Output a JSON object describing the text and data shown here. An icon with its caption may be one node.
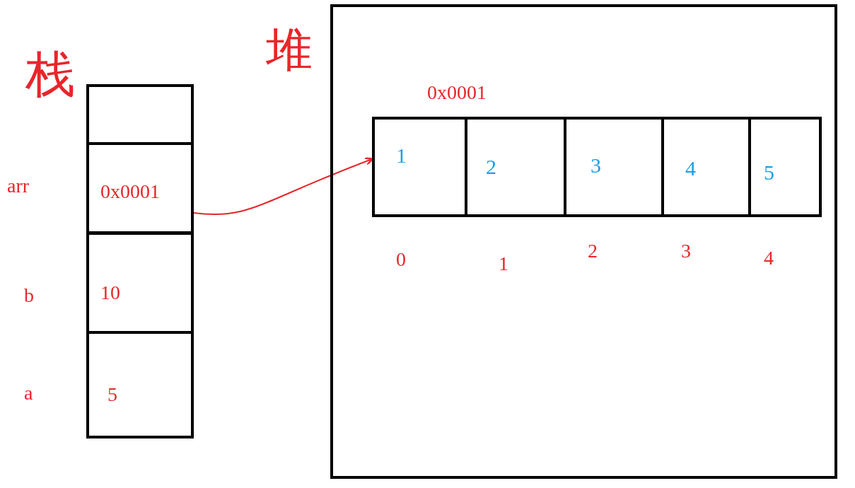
{
  "diagram": {
    "nodes": [
      {
        "text": [],
        "shape": "box"
      },
      {
        "text": [
          "0x0001"
        ],
        "beside": [
          "arr"
        ]
      },
      {
        "text": [
          "10"
        ],
        "beside": [
          "b"
        ]
      },
      {
        "text": [
          "5"
        ],
        "beside": [
          "a"
        ]
      },
      {
        "text": [
          "堆"
        ]
      },
      {
        "text": [
          "1"
        ],
        "in": 4,
        "beside": [
          "0x0001",
          "0"
        ]
      },
      {
        "text": [
          "2"
        ],
        "in": 4,
        "beside": [
          "1"
        ]
      },
      {
        "text": [
          "3"
        ],
        "in": 4,
        "beside": [
          "2"
        ]
      },
      {
        "text": [
          "4"
        ],
        "in": 4,
        "beside": [
          "3"
        ]
      },
      {
        "text": [
          "5"
        ],
        "in": 4,
        "beside": [
          "4"
        ]
      }
    ],
    "edges": [
      {
        "from": 1,
        "to": 5,
        "arrow": "to"
      }
    ],
    "labels": [
      "栈"
    ]
  }
}
